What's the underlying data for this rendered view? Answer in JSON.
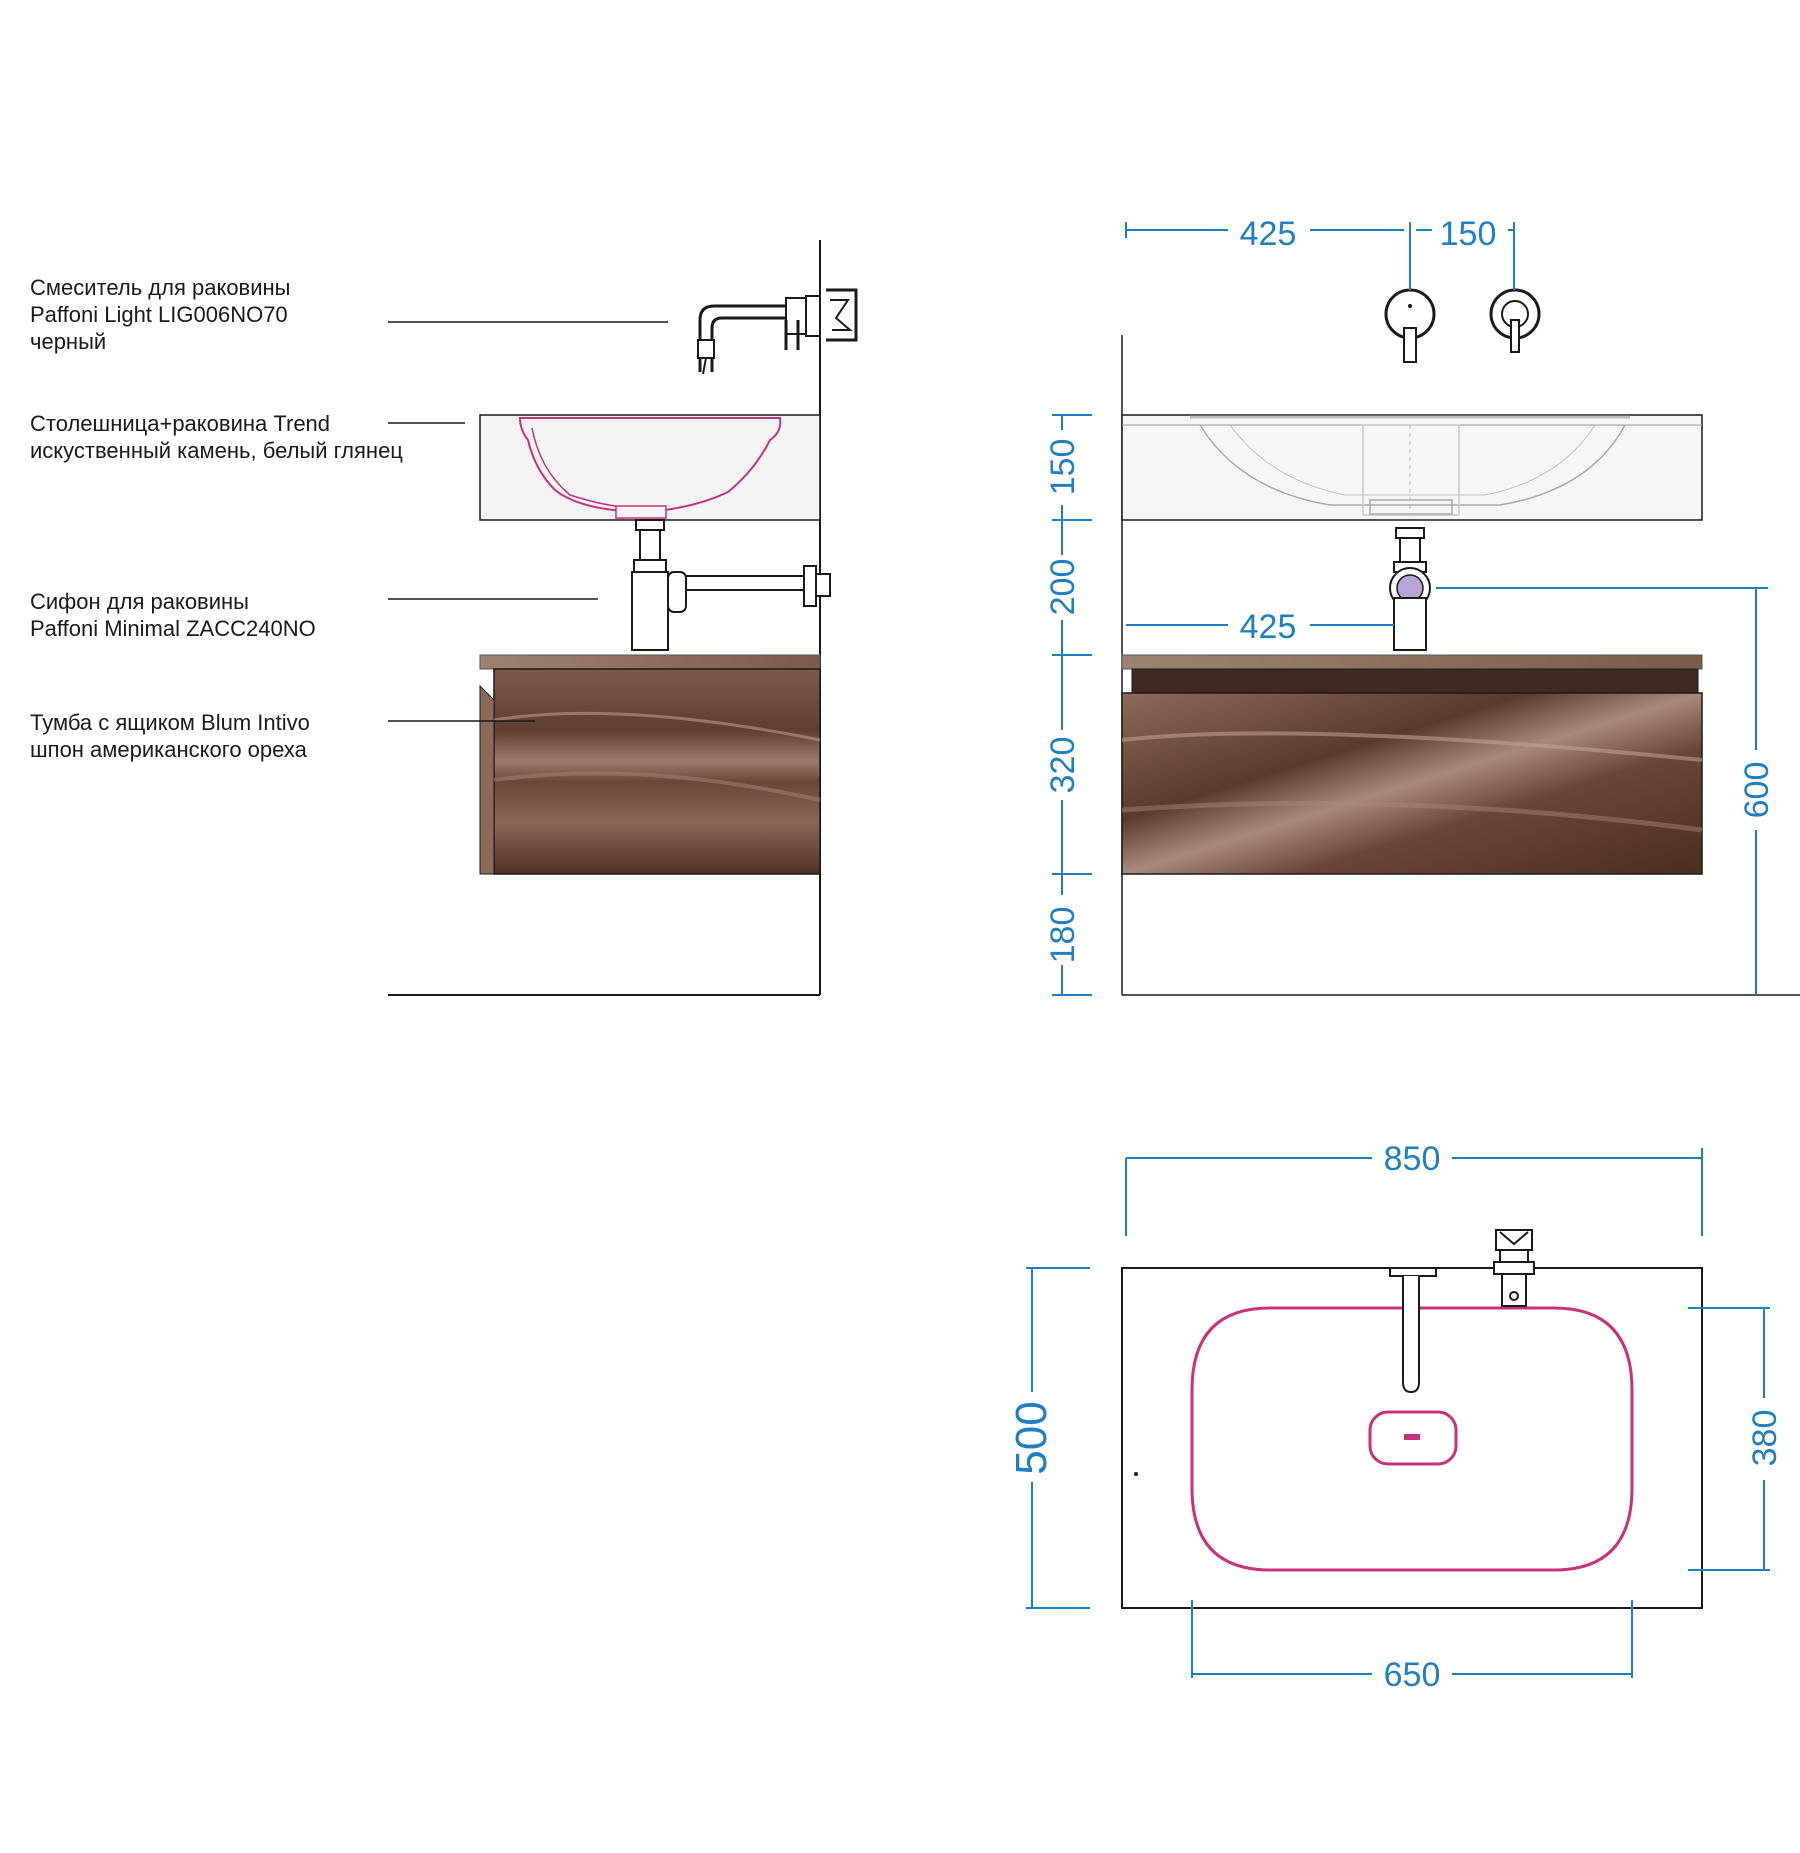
{
  "colors": {
    "dimension": "#1f7fc0",
    "basin_outline": "#c8327a",
    "walnut": "#6e4a3a",
    "countertop": "#f4f4f4",
    "outline": "#1a1a1a",
    "drain_cap": "#b8a6d6"
  },
  "callouts": [
    {
      "id": "faucet",
      "lines": [
        "Смеситель для раковины",
        "Paffoni Light LIG006NO70",
        "черный"
      ]
    },
    {
      "id": "countertop",
      "lines": [
        "Столешница+раковина Trend",
        "искуственный камень, белый глянец"
      ]
    },
    {
      "id": "siphon",
      "lines": [
        "Сифон для раковины",
        "Paffoni Minimal ZACC240NO"
      ]
    },
    {
      "id": "cabinet",
      "lines": [
        "Тумба с ящиком Blum Intivo",
        "шпон американского ореха"
      ]
    }
  ],
  "dimensions": {
    "front_top_left": "425",
    "front_top_right": "150",
    "front_drain_offset": "425",
    "height_countertop": "150",
    "height_siphon_gap": "200",
    "height_cabinet": "320",
    "height_floor_gap": "180",
    "height_drain": "600",
    "plan_width": "850",
    "plan_depth": "500",
    "plan_bowl_width": "650",
    "plan_bowl_depth": "380"
  }
}
